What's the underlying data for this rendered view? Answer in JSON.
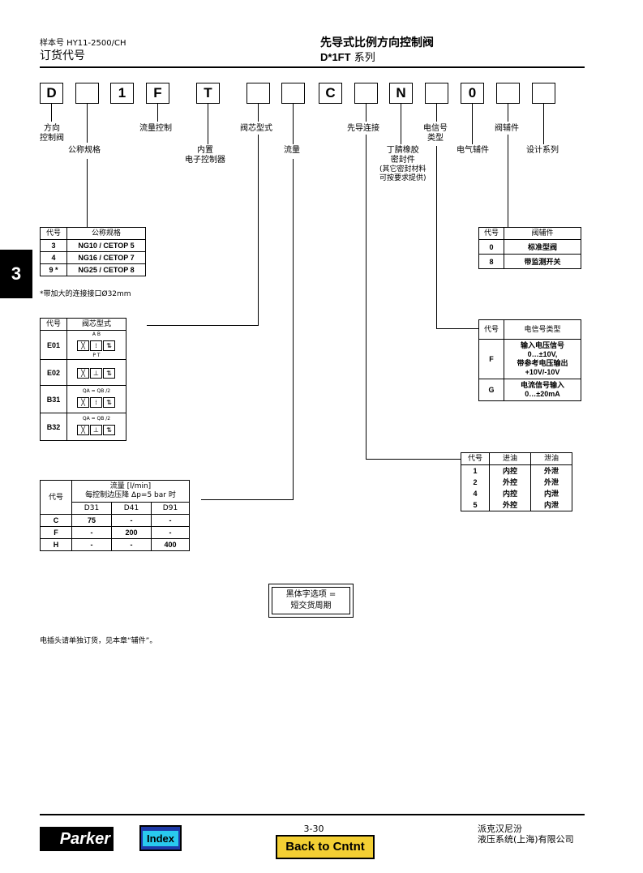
{
  "header": {
    "sample_no": "样本号 HY11-2500/CH",
    "section": "订货代号",
    "title": "先导式比例方向控制阀",
    "series_code": "D*1FT",
    "series_suffix": "系列"
  },
  "side_tab": "3",
  "code_boxes": [
    "D",
    "",
    "1",
    "F",
    "T",
    "",
    "",
    "C",
    "",
    "N",
    "",
    "0",
    "",
    ""
  ],
  "labels": {
    "direction_control_valve_1": "方向",
    "direction_control_valve_2": "控制阀",
    "nominal_size": "公称规格",
    "flow_control": "流量控制",
    "integrated_electronics_1": "内置",
    "integrated_electronics_2": "电子控制器",
    "spool_type": "阀芯型式",
    "flow": "流量",
    "pilot_connection": "先导连接",
    "nbr_seal_1": "丁腈橡胶",
    "nbr_seal_2": "密封件",
    "nbr_seal_note_1": "(其它密封材料",
    "nbr_seal_note_2": "可按要求提供)",
    "signal_type_1": "电信号",
    "signal_type_2": "类型",
    "electrical_option": "电气辅件",
    "valve_option": "阀辅件",
    "design_series": "设计系列"
  },
  "size_table": {
    "head_code": "代号",
    "head_name": "公称规格",
    "rows": [
      {
        "code": "3",
        "value": "NG10 / CETOP 5"
      },
      {
        "code": "4",
        "value": "NG16 / CETOP 7"
      },
      {
        "code": "9 *",
        "value": "NG25 / CETOP 8"
      }
    ],
    "footnote": "*带加大的连接接口Ø32mm"
  },
  "spool_table": {
    "head_code": "代号",
    "head_name": "阀芯型式",
    "rows": [
      {
        "code": "E01",
        "top": "A B",
        "bottom": "P T"
      },
      {
        "code": "E02",
        "top": "",
        "bottom": ""
      },
      {
        "code": "B31",
        "top": "QA = QB /2",
        "bottom": ""
      },
      {
        "code": "B32",
        "top": "QA = QB /2",
        "bottom": ""
      }
    ]
  },
  "flow_table": {
    "head_code": "代号",
    "head_title_1": "流量 [l/min]",
    "head_title_2": "每控制边压降 Δp=5 bar 时",
    "cols": [
      "D31",
      "D41",
      "D91"
    ],
    "rows": [
      {
        "code": "C",
        "v": [
          "75",
          "-",
          "-"
        ]
      },
      {
        "code": "F",
        "v": [
          "-",
          "200",
          "-"
        ]
      },
      {
        "code": "H",
        "v": [
          "-",
          "-",
          "400"
        ]
      }
    ]
  },
  "valve_option_table": {
    "head_code": "代号",
    "head_name": "阀辅件",
    "rows": [
      {
        "code": "0",
        "value": "标准型阀"
      },
      {
        "code": "8",
        "value": "带监测开关"
      }
    ]
  },
  "signal_table": {
    "head_code": "代号",
    "head_name": "电信号类型",
    "rows": [
      {
        "code": "F",
        "lines": [
          "输入电压信号",
          "0…±10V,",
          "带参考电压输出",
          "+10V/-10V"
        ]
      },
      {
        "code": "G",
        "lines": [
          "电流信号输入",
          "0…±20mA"
        ]
      }
    ]
  },
  "pilot_table": {
    "head_code": "代号",
    "head_in": "进油",
    "head_out": "泄油",
    "rows": [
      {
        "code": "1",
        "in": "内控",
        "out": "外泄"
      },
      {
        "code": "2",
        "in": "外控",
        "out": "外泄"
      },
      {
        "code": "4",
        "in": "内控",
        "out": "内泄"
      },
      {
        "code": "5",
        "in": "外控",
        "out": "内泄"
      }
    ]
  },
  "bold_note_1": "黑体字选项 =",
  "bold_note_2": "短交货周期",
  "plug_note": "电插头请单独订货，见本章“辅件”。",
  "footer": {
    "logo": "Parker",
    "index_button": "Index",
    "page_no": "3-30",
    "back_button": "Back to Cntnt",
    "company_1": "派克汉尼汾",
    "company_2": "液压系统(上海)有限公司"
  }
}
